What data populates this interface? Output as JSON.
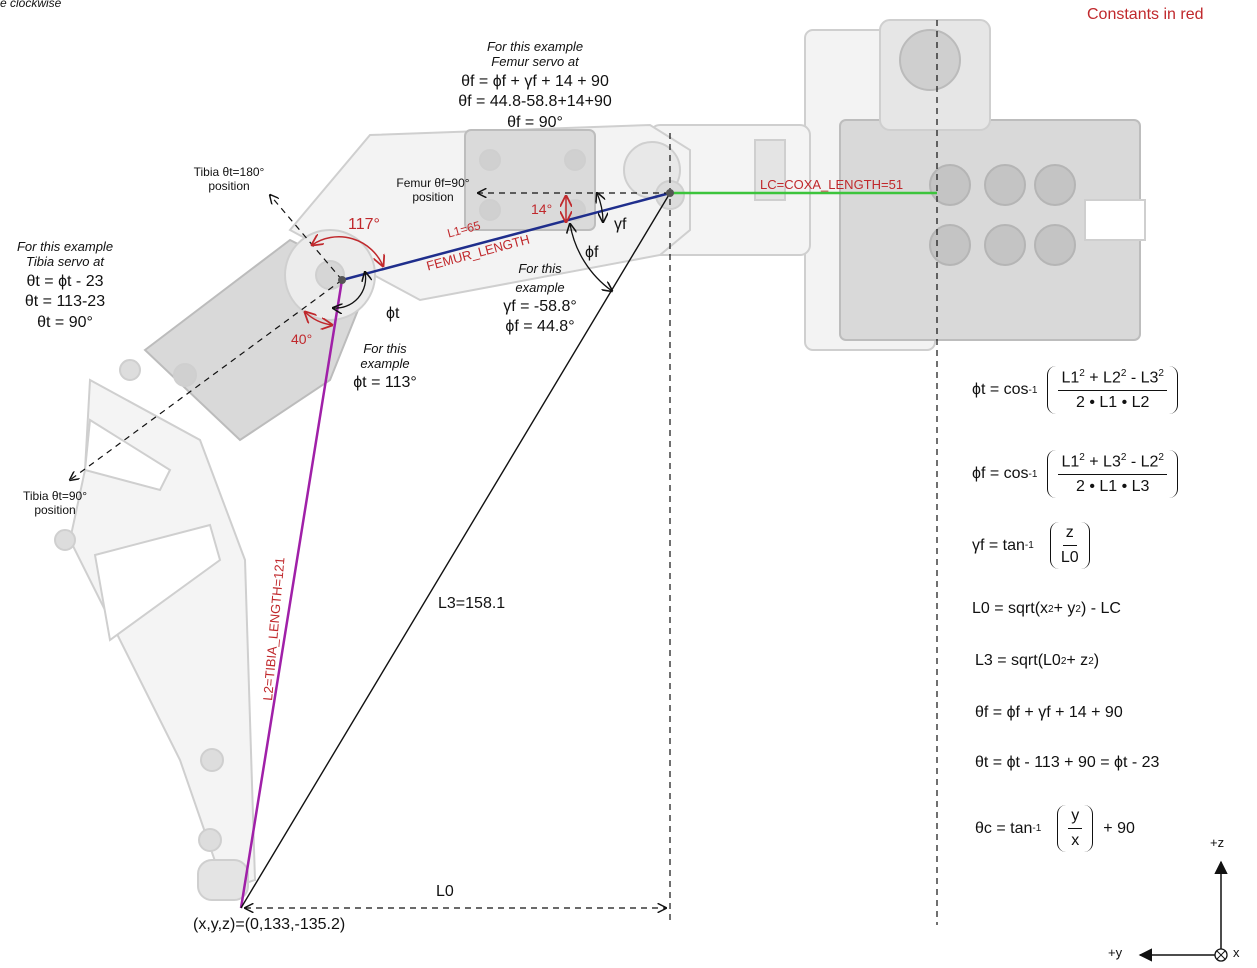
{
  "header": {
    "top_left": "e clockwise",
    "constants_note": "Constants in red",
    "constants_color": "#c0282c"
  },
  "labels": {
    "femur_example_1": "For this example",
    "femur_example_2": "Femur servo at",
    "femur_eq_1": "θf = ϕf + γf + 14 + 90",
    "femur_eq_2": "θf = 44.8-58.8+14+90",
    "femur_eq_3": "θf = 90°",
    "tibia180_1": "Tibia θt=180°",
    "tibia180_2": "position",
    "femur90_1": "Femur θf=90°",
    "femur90_2": "position",
    "angle_117": "117°",
    "angle_14": "14°",
    "angle_40": "40°",
    "gamma_f": "γf",
    "phi_f": "ϕf",
    "phi_t": "ϕt",
    "l1": "L1=65",
    "femur_length": "FEMUR_LENGTH",
    "lc": "LC=COXA_LENGTH=51",
    "tibia_example_1": "For this example",
    "tibia_example_2": "Tibia servo at",
    "tibia_eq_1": "θt = ϕt - 23",
    "tibia_eq_2": "θt = 113-23",
    "tibia_eq_3": "θt = 90°",
    "ex_f_1": "For this",
    "ex_f_2": "example",
    "ex_f_gamma": "γf = -58.8°",
    "ex_f_phi": "ϕf = 44.8°",
    "ex_t_1": "For this",
    "ex_t_2": "example",
    "ex_t_phi": "ϕt = 113°",
    "tibia90_1": "Tibia θt=90°",
    "tibia90_2": "position",
    "l2": "L2=TIBIA_LENGTH=121",
    "l3": "L3=158.1",
    "l0": "L0",
    "xyz": "(x,y,z)=(0,133,-135.2)",
    "axis_z": "+z",
    "axis_y": "+y",
    "axis_x": "x"
  },
  "equations": {
    "phit": {
      "lhs": "ϕt = cos",
      "sup": "-1",
      "num_a": "L1",
      "num_b": " + L2",
      "num_c": " - L3",
      "den": "2 • L1 • L2"
    },
    "phif": {
      "lhs": "ϕf = cos",
      "sup": "-1",
      "num_a": "L1",
      "num_b": " + L3",
      "num_c": " - L2",
      "den": "2 • L1 • L3"
    },
    "gammaf": {
      "lhs": "γf = tan",
      "sup": "-1",
      "num": "z",
      "den": "L0"
    },
    "l0": {
      "a": "L0 = sqrt(x",
      "b": " + y",
      "c": ") - LC"
    },
    "l3": {
      "a": "L3 = sqrt(L0",
      "b": " + z",
      "c": ")"
    },
    "thetaf": "θf = ϕf + γf + 14 + 90",
    "thetat": "θt = ϕt - 113 + 90 = ϕt - 23",
    "thetac": {
      "lhs": "θc = tan",
      "sup": "-1",
      "num": "y",
      "den": "x",
      "tail": "+ 90"
    },
    "square": "2"
  },
  "colors": {
    "femur_line": "#1f2e8c",
    "tibia_line": "#a020a8",
    "coxa_line": "#3cc43c",
    "constant": "#c0282c",
    "hardware": "#d4d4d4"
  }
}
